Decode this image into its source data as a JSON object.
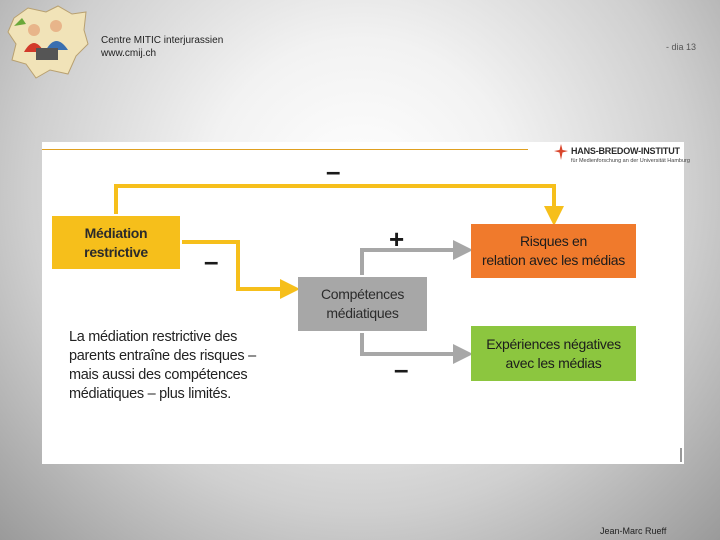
{
  "header": {
    "line1": "Centre MITIC interjurassien",
    "line2": "www.cmij.ch",
    "slide_number": "- dia 13"
  },
  "footer": {
    "author": "Jean-Marc Rueff"
  },
  "institute": {
    "name": "HANS-BREDOW-INSTITUT",
    "subtitle": "für Medienforschung an der Universität Hamburg"
  },
  "diagram": {
    "box_mediation": {
      "line1": "Médiation",
      "line2": "restrictive"
    },
    "box_competences": {
      "line1": "Compétences",
      "line2": "médiatiques"
    },
    "box_risques": {
      "line1": "Risques en",
      "line2": "relation avec les médias"
    },
    "box_experiences": {
      "line1": "Expériences négatives",
      "line2": "avec les médias"
    },
    "sign_top": "–",
    "sign_mediation_to_comp": "–",
    "sign_comp_to_risques": "+",
    "sign_comp_to_experiences": "–",
    "caption": "La médiation restrictive des parents entraîne des risques – mais aussi des compétences médiatiques – plus limités.",
    "colors": {
      "yellow": "#f6bf1b",
      "orange": "#f07a2c",
      "green": "#8cc63f",
      "grey": "#a7a7a7"
    }
  }
}
